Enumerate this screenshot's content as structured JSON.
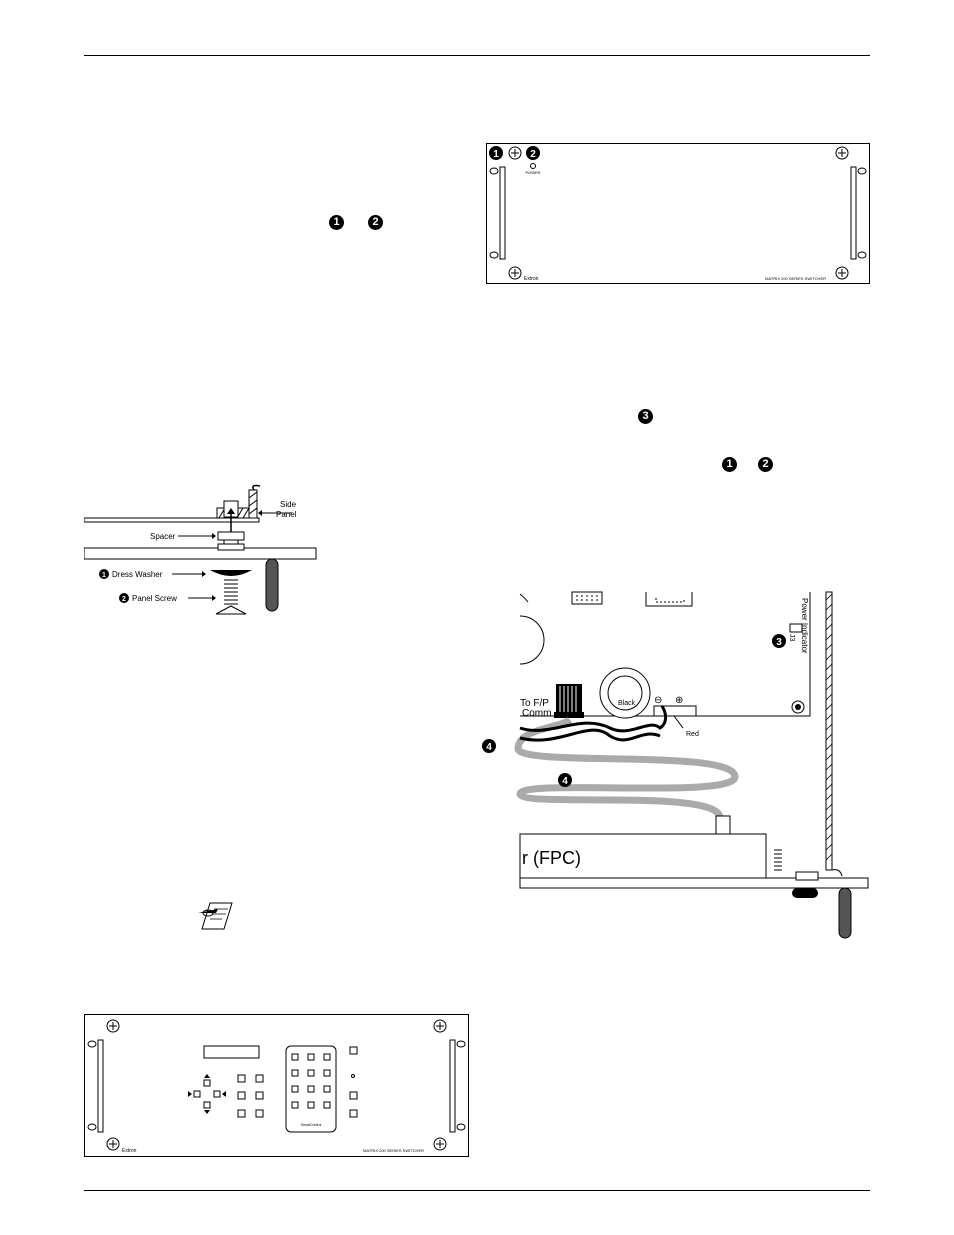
{
  "callouts": {
    "top_left_a": "1",
    "top_left_b": "2",
    "mid_right_c": "3",
    "mid_right_a": "1",
    "mid_right_b": "2"
  },
  "rear_panel": {
    "badge_1": "1",
    "badge_2": "2",
    "power_label": "POWER",
    "brand": "Extron",
    "model": "MATRIX 200 SERIES SWITCHER"
  },
  "screw_diagram": {
    "side_panel": "Side Panel",
    "spacer": "Spacer",
    "dress_washer_num": "1",
    "dress_washer": "Dress Washer",
    "panel_screw_num": "2",
    "panel_screw": "Panel Screw"
  },
  "internal_diagram": {
    "power_indicator": "Power Indicator",
    "jumper": "J3",
    "badge_3": "3",
    "to_fp": "To  F/P",
    "comm": "Comm",
    "black": "Black",
    "red": "Red",
    "minus": "⊖",
    "plus": "⊕",
    "badge_4_left": "4",
    "badge_4_cable": "4",
    "fpc": "r (FPC)"
  },
  "front_panel": {
    "brand": "Extron",
    "model": "MATRIX 200 SERIES SWITCHER",
    "keypad_brand": "SmartControl"
  }
}
